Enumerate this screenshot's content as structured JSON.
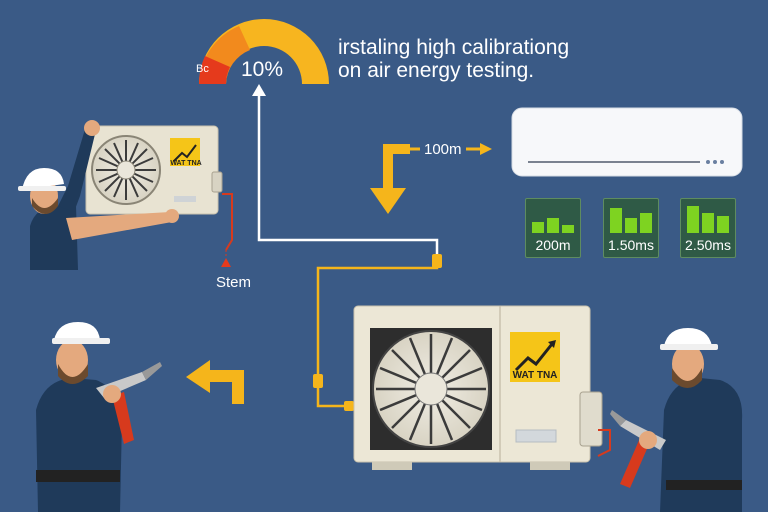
{
  "caption": {
    "line1": "irstaling high calibrationg",
    "line2": "on air energy testing."
  },
  "gauge": {
    "percent_label": "10%",
    "side_label": "Bc",
    "level_fraction": 0.1,
    "colors": [
      "#e53a1c",
      "#f28a1d",
      "#f7b51f"
    ]
  },
  "indoor_unit": {
    "distance_label": "100m"
  },
  "metrics": [
    {
      "label": "200m",
      "bars": [
        0.4,
        0.55,
        0.3
      ]
    },
    {
      "label": "1.50ms",
      "bars": [
        0.9,
        0.55,
        0.7
      ]
    },
    {
      "label": "2.50ms",
      "bars": [
        0.95,
        0.7,
        0.6
      ]
    }
  ],
  "small_unit": {
    "badge_text": "WAT TNA"
  },
  "large_unit": {
    "badge_text": "WAT TNA"
  },
  "labels": {
    "stem": "Stem"
  },
  "colors": {
    "background": "#3a5a86",
    "arrow": "#f5b51b",
    "pipe": "#f5b51b",
    "metric_bar": "#7ed321",
    "warning_sign": "#e53a1c",
    "tool_red": "#d73a1d"
  },
  "icons": [
    "fan-icon",
    "trend-up-icon",
    "warning-triangle-icon",
    "arrow-down-icon",
    "arrow-right-icon",
    "arrow-up-icon",
    "arrow-left-curve-icon"
  ]
}
